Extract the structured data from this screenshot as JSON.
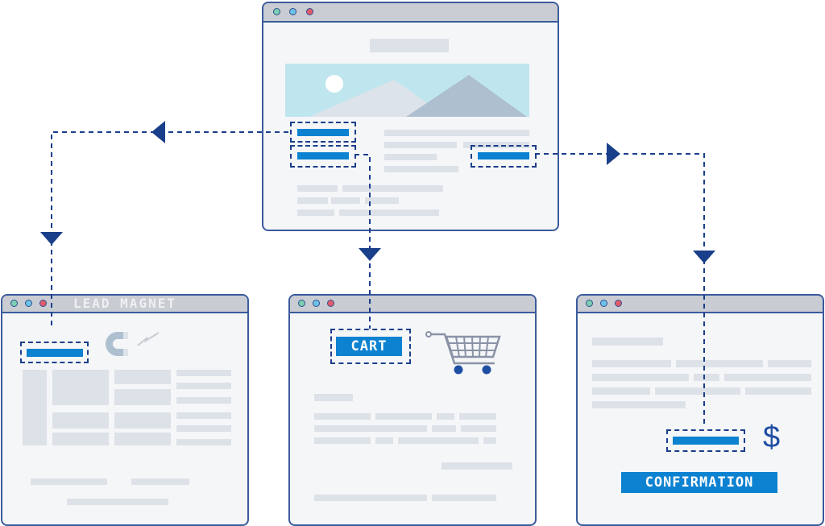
{
  "windows": {
    "lead_magnet": {
      "title": "LEAD MAGNET"
    },
    "cart": {
      "label": "CART"
    },
    "confirmation": {
      "label": "CONFIRMATION",
      "currency_symbol": "$"
    }
  },
  "icons": [
    "magnet-icon",
    "lightning-icon",
    "shopping-cart-icon",
    "dollar-icon",
    "landscape-image-icon"
  ],
  "colors": {
    "accent": "#0d82d1",
    "outline": "#3a5a9c",
    "arrow": "#1a3f8a",
    "placeholder": "#dde1e8"
  }
}
